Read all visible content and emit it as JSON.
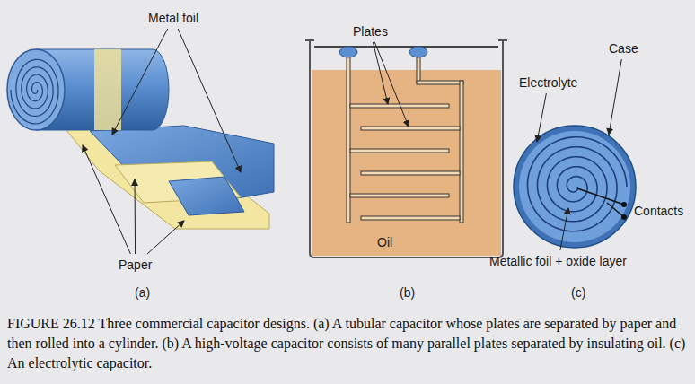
{
  "diagram": {
    "caption": "FIGURE 26.12 Three commercial capacitor designs. (a) A tubular capacitor whose plates are separated by paper and then rolled into a cylinder. (b) A high-voltage capacitor consists of many parallel plates separated by insulating oil. (c) An electrolytic capacitor.",
    "labels": [
      "Metal foil",
      "Paper",
      "(a)",
      "Plates",
      "Oil",
      "(b)",
      "Case",
      "Electrolyte",
      "Contacts",
      "Metallic foil + oxide layer",
      "(c)"
    ]
  }
}
